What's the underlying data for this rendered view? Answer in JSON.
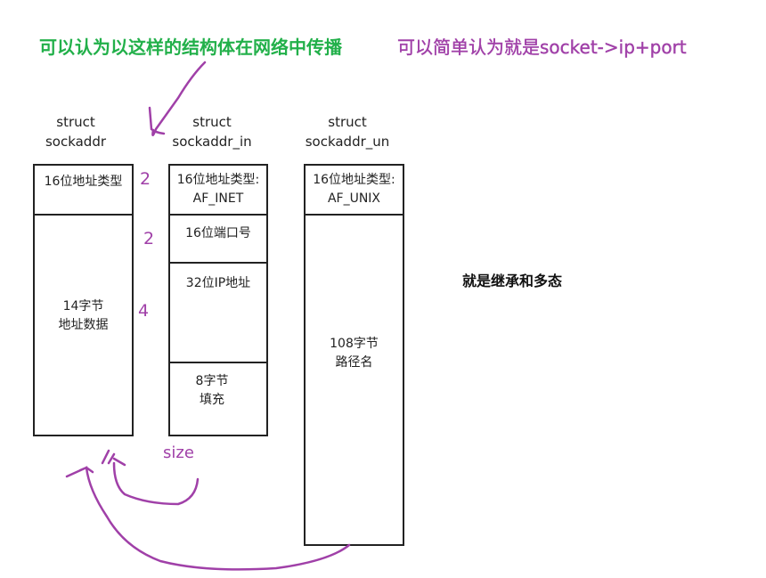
{
  "annotations": {
    "green_note": "可以认为以这样的结构体在网络中传播",
    "purple_note": "可以简单认为就是socket->ip+port",
    "side_note": "就是继承和多态",
    "size_label": "size",
    "sizes": [
      "2",
      "2",
      "4"
    ]
  },
  "structs": [
    {
      "line1": "struct",
      "line2": "sockaddr",
      "fields": [
        {
          "l1": "16位地址类型",
          "l2": ""
        },
        {
          "l1": "14字节",
          "l2": "地址数据"
        }
      ]
    },
    {
      "line1": "struct",
      "line2": "sockaddr_in",
      "fields": [
        {
          "l1": "16位地址类型:",
          "l2": "AF_INET"
        },
        {
          "l1": "16位端口号",
          "l2": ""
        },
        {
          "l1": "32位IP地址",
          "l2": ""
        },
        {
          "l1": "8字节",
          "l2": "填充"
        }
      ]
    },
    {
      "line1": "struct",
      "line2": "sockaddr_un",
      "fields": [
        {
          "l1": "16位地址类型:",
          "l2": "AF_UNIX"
        },
        {
          "l1": "108字节",
          "l2": "路径名"
        }
      ]
    }
  ],
  "colors": {
    "green": "#22b04a",
    "purple": "#a040a8"
  }
}
